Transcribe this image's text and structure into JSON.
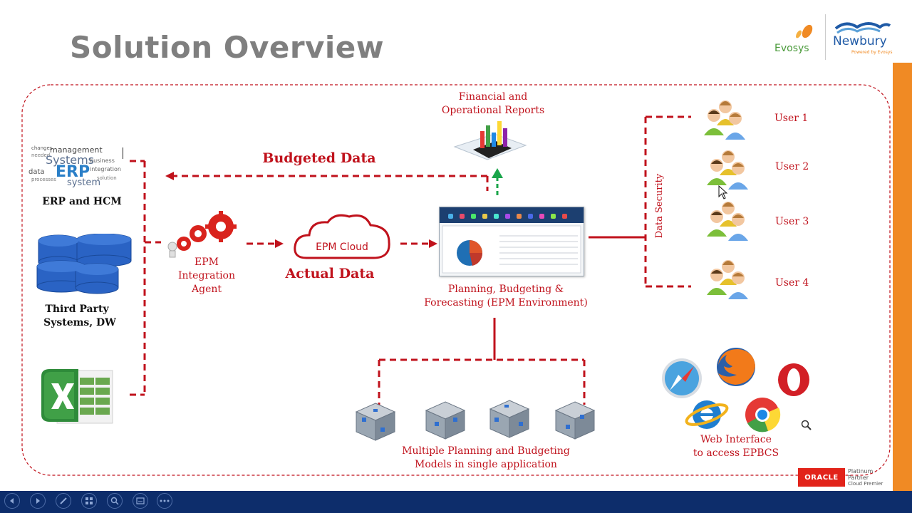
{
  "slide": {
    "title": "Solution Overview"
  },
  "logos": {
    "evosys": "Evosys",
    "newbury": "Newbury",
    "newbury_sub": "Powered by Evosys",
    "oracle": "ORACLE",
    "oracle_partner_1": "Platinum",
    "oracle_partner_2": "Partner",
    "oracle_partner_3": "Cloud Premier"
  },
  "sources": {
    "erp_label": "ERP and HCM",
    "third_party_line1": "Third Party",
    "third_party_line2": "Systems, DW"
  },
  "integration": {
    "line1": "EPM",
    "line2": "Integration",
    "line3": "Agent"
  },
  "cloud": {
    "label": "EPM Cloud",
    "actual_data": "Actual Data"
  },
  "flows": {
    "budgeted_data": "Budgeted Data",
    "data_security": "Data Security"
  },
  "reports": {
    "line1": "Financial and",
    "line2": "Operational Reports"
  },
  "epm": {
    "line1": "Planning, Budgeting &",
    "line2": "Forecasting (EPM Environment)"
  },
  "users": [
    "User 1",
    "User 2",
    "User 3",
    "User 4"
  ],
  "models": {
    "line1": "Multiple Planning and Budgeting",
    "line2": "Models in single application"
  },
  "web": {
    "line1": "Web Interface",
    "line2": "to access EPBCS"
  },
  "colors": {
    "accent_red": "#c0121c",
    "title_gray": "#7f7f7f",
    "green_arrow": "#1aa54a",
    "bottom_bar": "#0d2d6b",
    "orange_bar": "#f08a24"
  }
}
